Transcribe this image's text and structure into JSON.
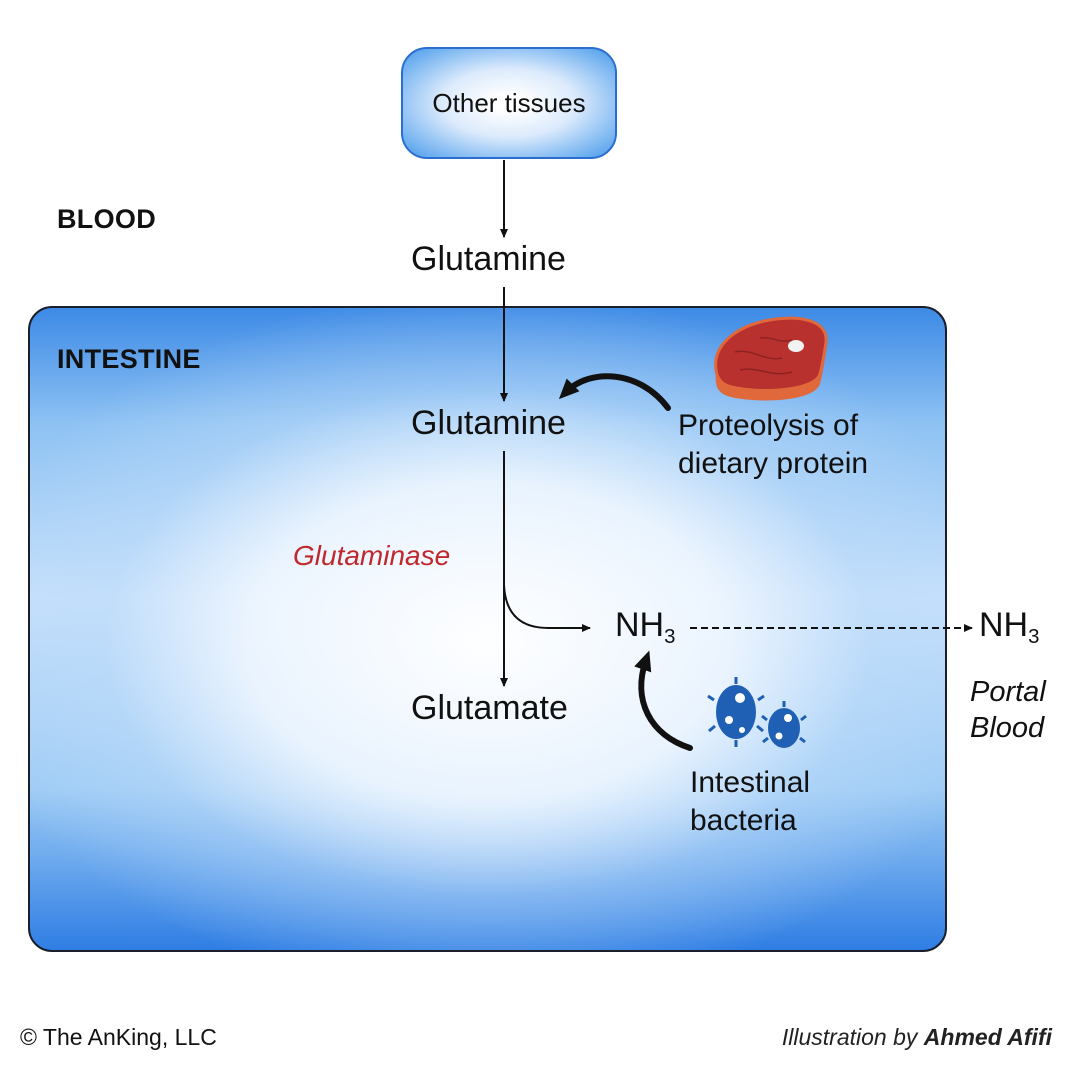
{
  "regions": {
    "blood": "BLOOD",
    "intestine": "INTESTINE",
    "other_tissues": "Other tissues"
  },
  "nodes": {
    "glutamine_blood": "Glutamine",
    "glutamine_intestine": "Glutamine",
    "glutamate": "Glutamate",
    "nh3_intestine": "NH",
    "nh3_portal": "NH",
    "nh3_subscript": "3"
  },
  "enzyme": "Glutaminase",
  "sources": {
    "proteolysis_line1": "Proteolysis of",
    "proteolysis_line2": "dietary protein",
    "bacteria_line1": "Intestinal",
    "bacteria_line2": "bacteria"
  },
  "portal": {
    "line1": "Portal",
    "line2": "Blood"
  },
  "footer": {
    "copyright": "© The AnKing, LLC",
    "illustration_prefix": "Illustration by",
    "illustrator": "Ahmed Afifi"
  },
  "colors": {
    "enzyme_text": "#c0282d",
    "box_blue": "#2f7ee4",
    "meat": "#b8312f",
    "meat_rim": "#e0683a",
    "bacteria": "#1f5fb4"
  },
  "icons": {
    "meat": "steak-icon",
    "bacteria": "bacteria-icon"
  }
}
